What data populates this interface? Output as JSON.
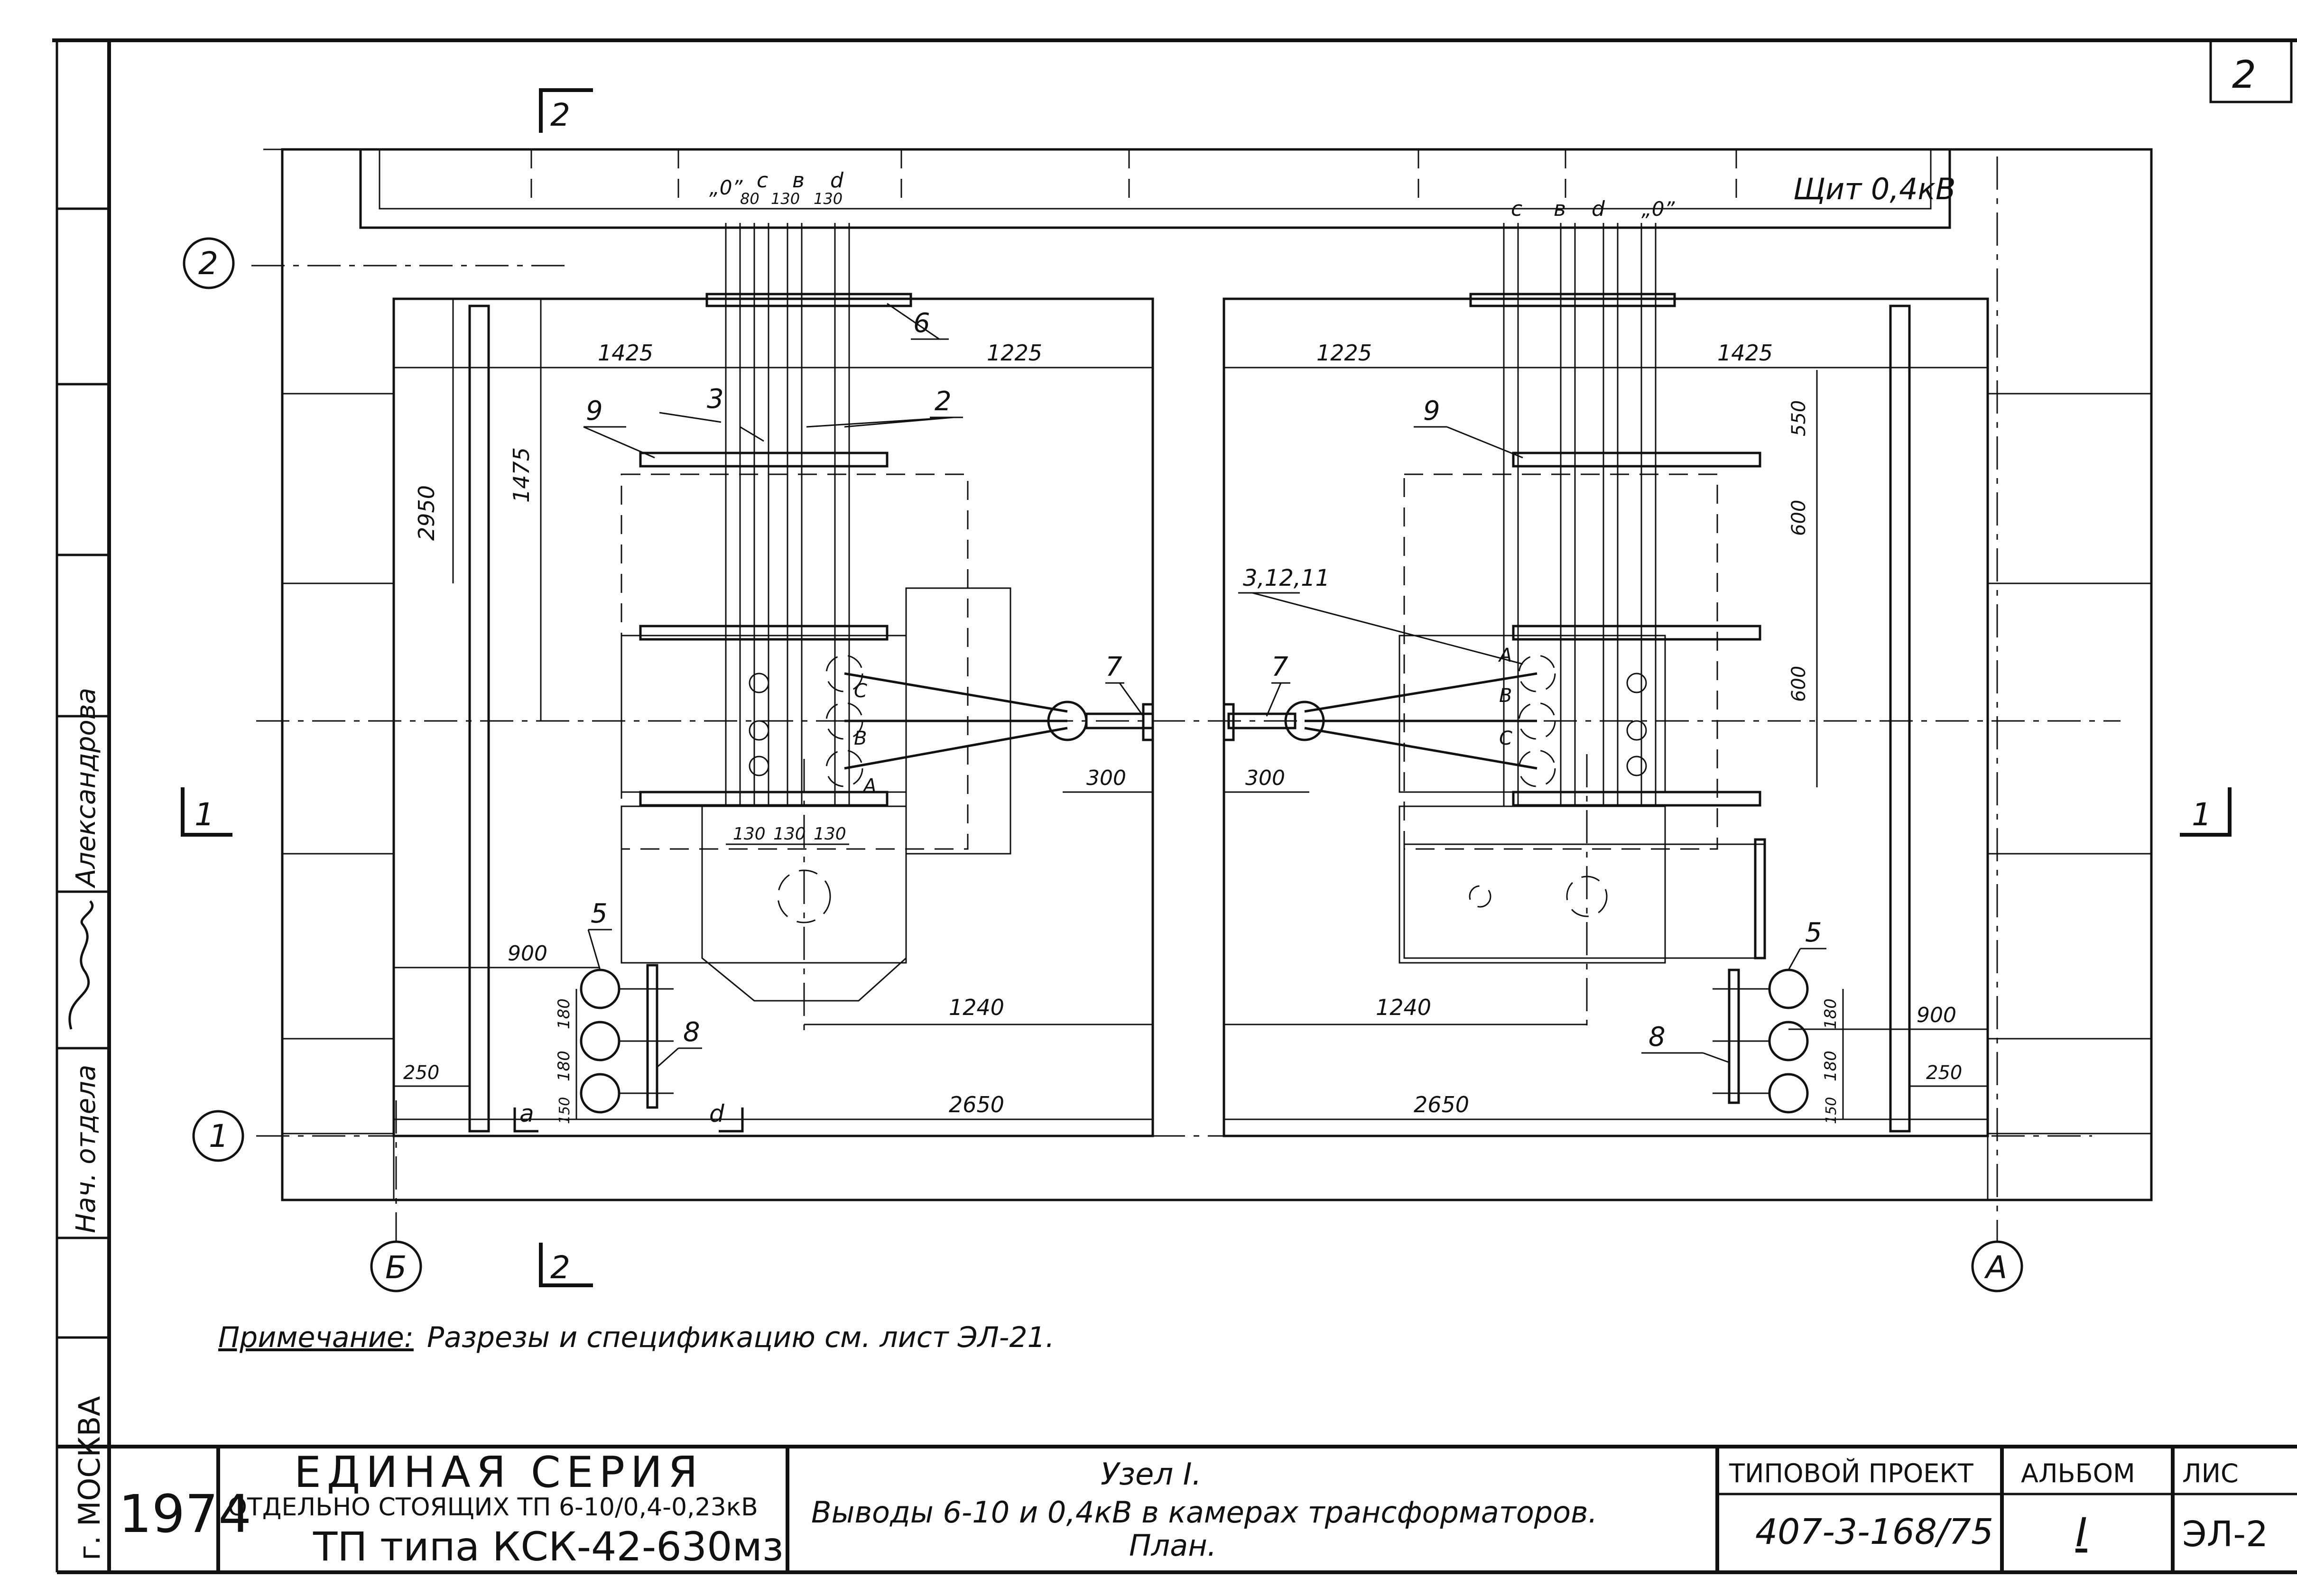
{
  "sheet": {
    "sheet_corner": "2",
    "section_marks": {
      "top": "2",
      "bottom": "2",
      "left": "1",
      "right": "1"
    },
    "axis_labels": {
      "row2": "2",
      "row1": "1",
      "colB": "Б",
      "colA": "А"
    },
    "panel": "Щит 0,4кВ",
    "phase_labels_left": [
      "„0”",
      "c",
      "в",
      "d"
    ],
    "phase_spacing_left": [
      "80",
      "130",
      "130"
    ],
    "phase_labels_right": [
      "c",
      "в",
      "d",
      "„0”"
    ],
    "callouts": {
      "c2": "2",
      "c3": "3",
      "c5": "5",
      "c6": "6",
      "c7": "7",
      "c8": "8",
      "c9": "9",
      "c31211": "3,12,11"
    },
    "terminal_labels_left": [
      "C",
      "B",
      "A"
    ],
    "terminal_labels_right": [
      "A",
      "B",
      "C"
    ],
    "dimensions": {
      "d1425": "1425",
      "d1225": "1225",
      "d2950": "2950",
      "d1475": "1475",
      "d550": "550",
      "d600": "600",
      "d300": "300",
      "d130": "130",
      "d900": "900",
      "d1240": "1240",
      "d2650": "2650",
      "d250": "250",
      "d180": "180",
      "d150": "150"
    },
    "small_marks": {
      "a": "a",
      "d": "d"
    },
    "note_label": "Примечание:",
    "note_text": "Разрезы и спецификацию см. лист ЭЛ-21."
  },
  "margin": {
    "city": "г. МОСКВА",
    "role": "Нач. отдела",
    "name": "Александрова"
  },
  "title_block": {
    "year": "1974",
    "series_title": "ЕДИНАЯ СЕРИЯ",
    "series_sub": "ОТДЕЛЬНО СТОЯЩИХ ТП 6-10/0,4-0,23кВ",
    "tp_type": "ТП типа КСК-42-630мз",
    "node": "Узел I.",
    "desc_line1": "Выводы 6-10 и 0,4кВ в камерах трансформаторов.",
    "desc_line2": "План.",
    "project_label": "ТИПОВОЙ ПРОЕКТ",
    "project_number": "407-3-168/75",
    "album_label": "АЛЬБОМ",
    "album_number": "I",
    "sheet_label": "ЛИС",
    "sheet_number": "ЭЛ-2"
  },
  "colors": {
    "ink": "#111111",
    "paper": "#ffffff"
  }
}
